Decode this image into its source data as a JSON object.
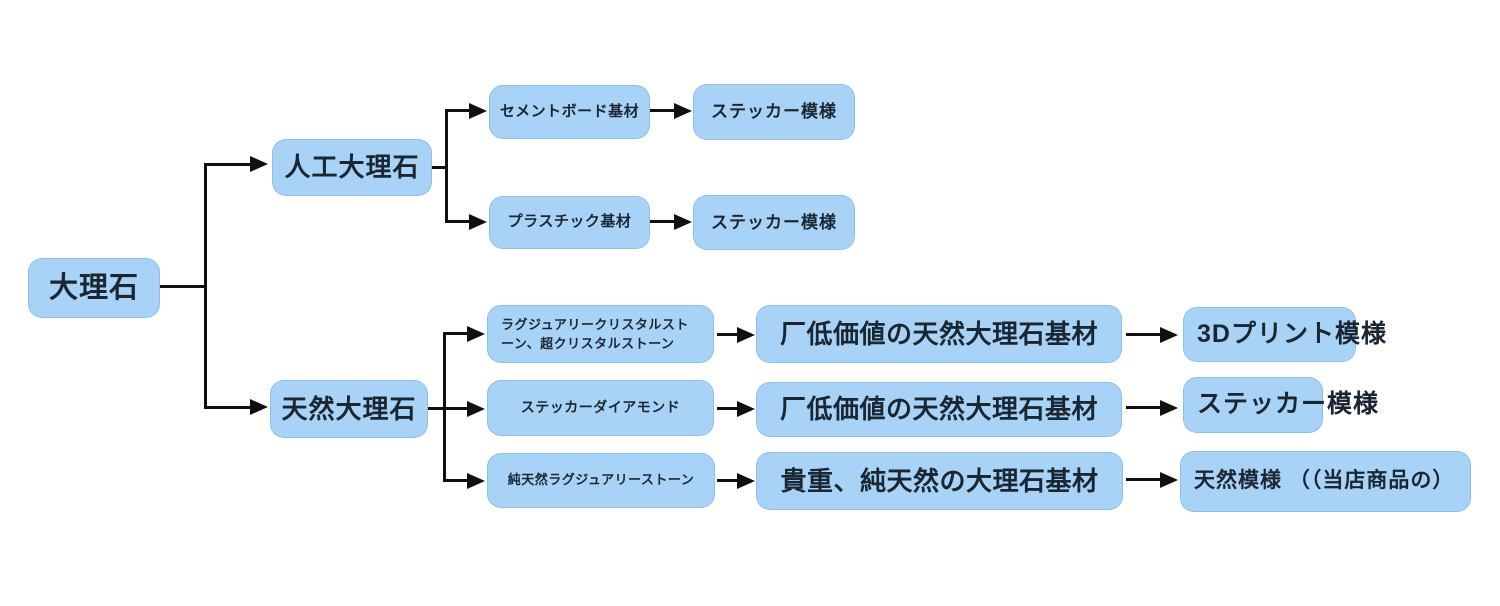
{
  "diagram": {
    "nodes": {
      "root": {
        "label": "大理石"
      },
      "artificial": {
        "label": "人工大理石"
      },
      "natural": {
        "label": "天然大理石"
      },
      "cement_board": {
        "label": "セメントボード基材"
      },
      "plastic_base": {
        "label": "プラスチック基材"
      },
      "sticker_pattern_top": {
        "label": "ステッカー模様"
      },
      "sticker_pattern_mid": {
        "label": "ステッカー模様"
      },
      "luxury_crystal": {
        "label": "ラグジュアリークリスタルストーン、超クリスタルストーン"
      },
      "sticker_diamond": {
        "label": "ステッカーダイアモンド"
      },
      "pure_natural_luxury": {
        "label": "純天然ラグジュアリーストーン"
      },
      "low_value_base_1": {
        "label": "厂低価値の天然大理石基材"
      },
      "low_value_base_2": {
        "label": "厂低価値の天然大理石基材"
      },
      "precious_base": {
        "label": "貴重、純天然の大理石基材"
      },
      "pattern_3d_print": {
        "label": "3Dプリント模様"
      },
      "sticker_pattern_right": {
        "label": "ステッカー模様"
      },
      "natural_pattern": {
        "label": "天然模様 （（当店商品の）"
      }
    },
    "edges": [
      {
        "from": "root",
        "to": "artificial"
      },
      {
        "from": "root",
        "to": "natural"
      },
      {
        "from": "artificial",
        "to": "cement_board"
      },
      {
        "from": "artificial",
        "to": "plastic_base"
      },
      {
        "from": "cement_board",
        "to": "sticker_pattern_top"
      },
      {
        "from": "plastic_base",
        "to": "sticker_pattern_mid"
      },
      {
        "from": "natural",
        "to": "luxury_crystal"
      },
      {
        "from": "natural",
        "to": "sticker_diamond"
      },
      {
        "from": "natural",
        "to": "pure_natural_luxury"
      },
      {
        "from": "luxury_crystal",
        "to": "low_value_base_1"
      },
      {
        "from": "sticker_diamond",
        "to": "low_value_base_2"
      },
      {
        "from": "pure_natural_luxury",
        "to": "precious_base"
      },
      {
        "from": "low_value_base_1",
        "to": "pattern_3d_print"
      },
      {
        "from": "low_value_base_2",
        "to": "sticker_pattern_right"
      },
      {
        "from": "precious_base",
        "to": "natural_pattern"
      }
    ],
    "colors": {
      "node_fill": "#a8d3f7",
      "node_border": "#7db4e8",
      "text": "#1a2733",
      "connector": "#101010",
      "background": "#ffffff"
    }
  }
}
